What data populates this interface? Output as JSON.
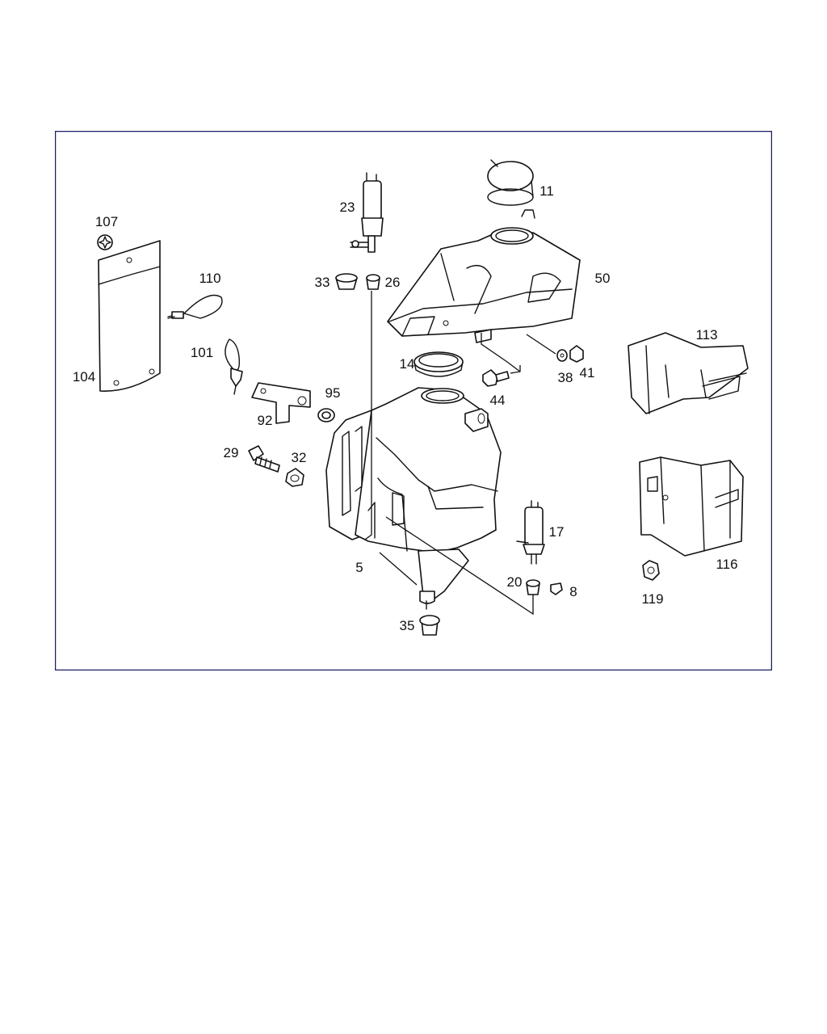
{
  "diagram": {
    "border_color": "#1a1a66",
    "callouts": [
      "107",
      "110",
      "101",
      "104",
      "92",
      "95",
      "29",
      "32",
      "23",
      "33",
      "26",
      "14",
      "5",
      "35",
      "11",
      "50",
      "38",
      "41",
      "44",
      "17",
      "20",
      "8",
      "113",
      "116",
      "119"
    ]
  }
}
